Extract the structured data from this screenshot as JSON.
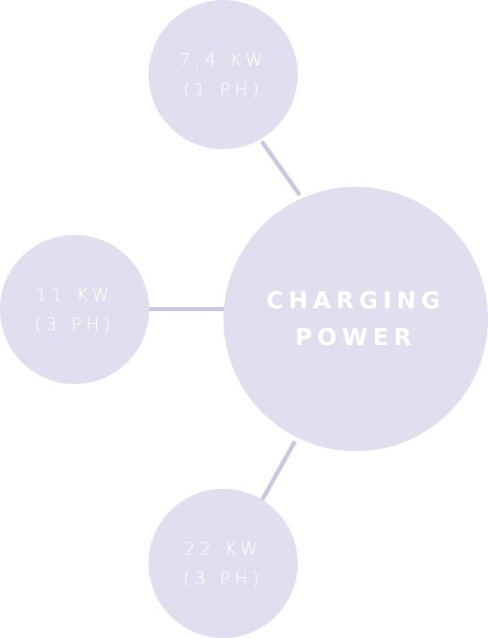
{
  "colors": {
    "node_fill": "#e0dff0",
    "connector": "#c9c6e6",
    "text": "#ffffff"
  },
  "center": {
    "line1": "CHARGING",
    "line2": "POWER"
  },
  "options": [
    {
      "id": "top",
      "line1": "7,4 KW",
      "line2": "(1 PH)"
    },
    {
      "id": "left",
      "line1": "11 KW",
      "line2": "(3 PH)"
    },
    {
      "id": "bottom",
      "line1": "22 KW",
      "line2": "(3 PH)"
    }
  ]
}
